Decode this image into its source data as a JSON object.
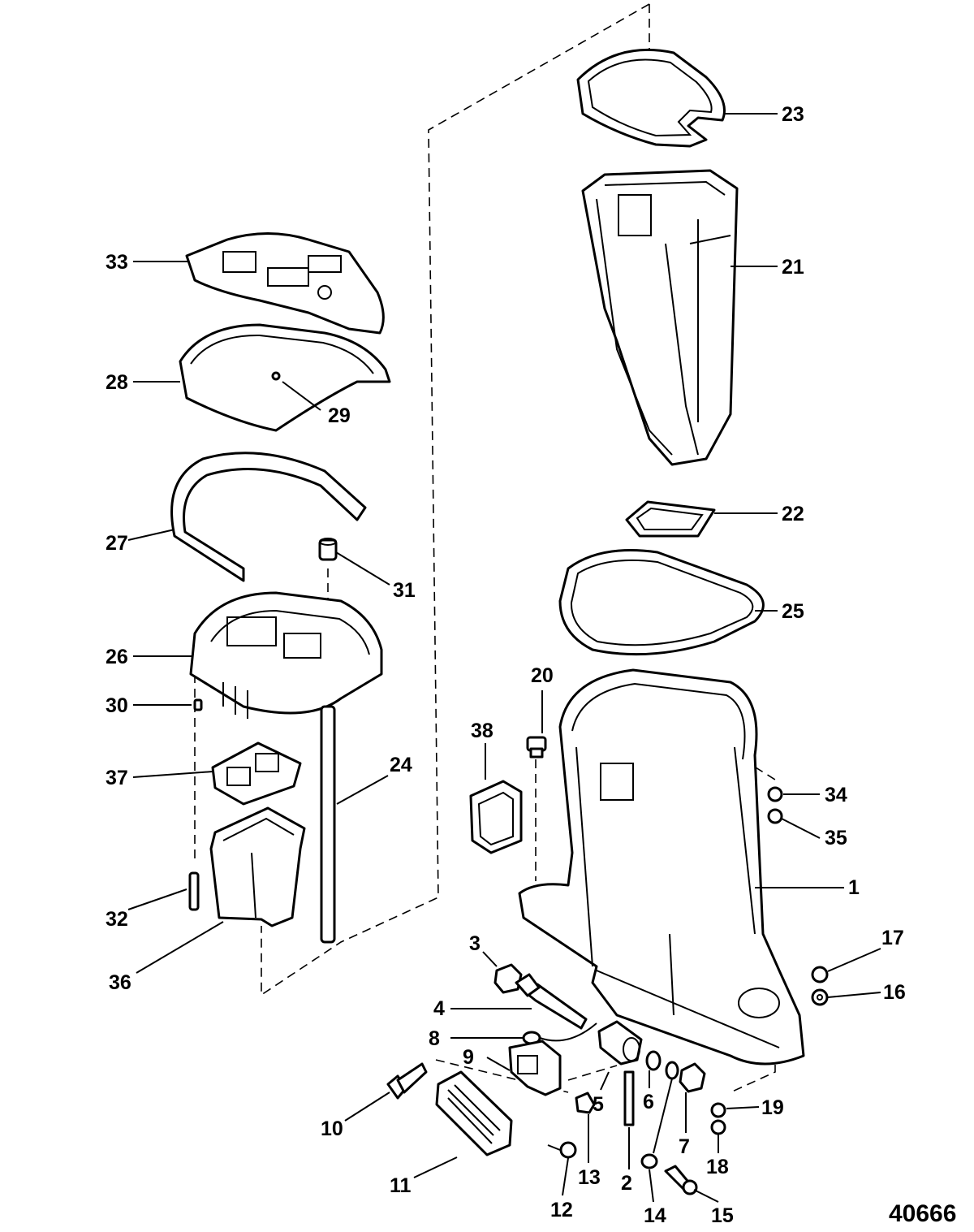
{
  "figure": {
    "reference_number": "40666",
    "callouts": [
      {
        "id": "c1",
        "label": "1"
      },
      {
        "id": "c2",
        "label": "2"
      },
      {
        "id": "c3",
        "label": "3"
      },
      {
        "id": "c4",
        "label": "4"
      },
      {
        "id": "c5",
        "label": "5"
      },
      {
        "id": "c6",
        "label": "6"
      },
      {
        "id": "c7",
        "label": "7"
      },
      {
        "id": "c8",
        "label": "8"
      },
      {
        "id": "c9",
        "label": "9"
      },
      {
        "id": "c10",
        "label": "10"
      },
      {
        "id": "c11",
        "label": "11"
      },
      {
        "id": "c12",
        "label": "12"
      },
      {
        "id": "c13",
        "label": "13"
      },
      {
        "id": "c14",
        "label": "14"
      },
      {
        "id": "c15",
        "label": "15"
      },
      {
        "id": "c16",
        "label": "16"
      },
      {
        "id": "c17",
        "label": "17"
      },
      {
        "id": "c18",
        "label": "18"
      },
      {
        "id": "c19",
        "label": "19"
      },
      {
        "id": "c20",
        "label": "20"
      },
      {
        "id": "c21",
        "label": "21"
      },
      {
        "id": "c22",
        "label": "22"
      },
      {
        "id": "c23",
        "label": "23"
      },
      {
        "id": "c24",
        "label": "24"
      },
      {
        "id": "c25",
        "label": "25"
      },
      {
        "id": "c26",
        "label": "26"
      },
      {
        "id": "c27",
        "label": "27"
      },
      {
        "id": "c28",
        "label": "28"
      },
      {
        "id": "c29",
        "label": "29"
      },
      {
        "id": "c30",
        "label": "30"
      },
      {
        "id": "c31",
        "label": "31"
      },
      {
        "id": "c32",
        "label": "32"
      },
      {
        "id": "c33",
        "label": "33"
      },
      {
        "id": "c34",
        "label": "34"
      },
      {
        "id": "c35",
        "label": "35"
      },
      {
        "id": "c36",
        "label": "36"
      },
      {
        "id": "c37",
        "label": "37"
      },
      {
        "id": "c38",
        "label": "38"
      }
    ]
  }
}
